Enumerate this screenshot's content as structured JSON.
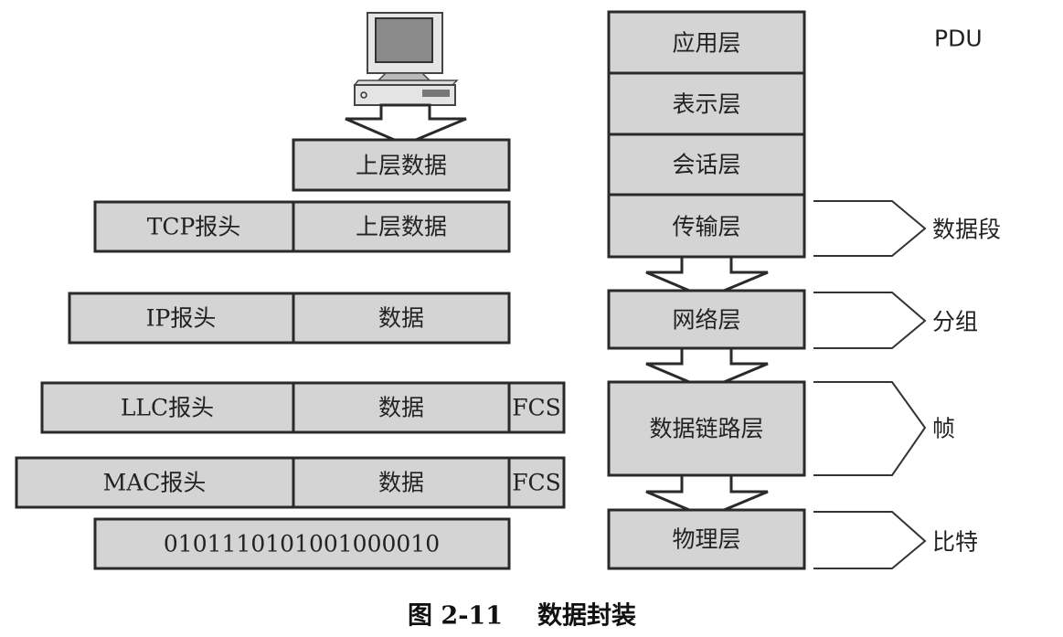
{
  "left": {
    "row1": {
      "data": "上层数据"
    },
    "row2": {
      "header": "TCP报头",
      "data": "上层数据"
    },
    "row3": {
      "header": "IP报头",
      "data": "数据"
    },
    "row4": {
      "header": "LLC报头",
      "data": "数据",
      "trailer": "FCS"
    },
    "row5": {
      "header": "MAC报头",
      "data": "数据",
      "trailer": "FCS"
    },
    "row6": {
      "bits": "0101110101001000010"
    }
  },
  "layers": [
    "应用层",
    "表示层",
    "会话层",
    "传输层",
    "网络层",
    "数据链路层",
    "物理层"
  ],
  "pdu": {
    "title": "PDU",
    "items": [
      "数据段",
      "分组",
      "帧",
      "比特"
    ]
  },
  "caption": {
    "number": "图 2-11",
    "title": "数据封装"
  }
}
